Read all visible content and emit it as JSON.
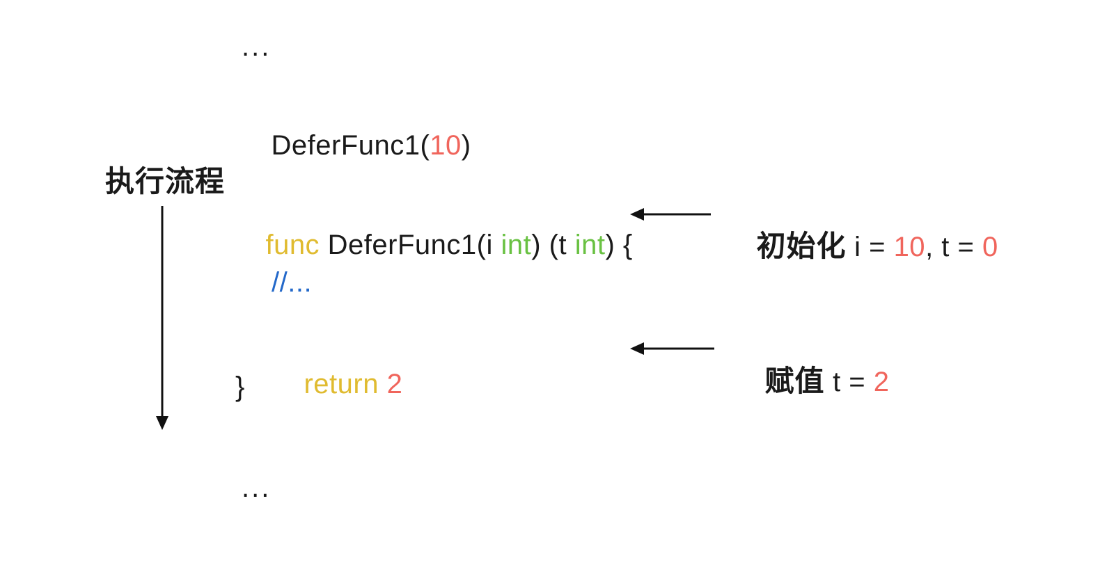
{
  "canvas": {
    "bg": "#ffffff"
  },
  "colors": {
    "text": "#1a1a1a",
    "red": "#f0655c",
    "yellow": "#e0bb30",
    "green": "#69c142",
    "blue": "#2368c9"
  },
  "flow": {
    "label": "执行流程"
  },
  "caller": {
    "ellipsis_top": "...",
    "call_name": "DeferFunc1(",
    "call_arg": "10",
    "call_close": ")",
    "ellipsis_bottom": "..."
  },
  "function_code": {
    "kw_func": "func ",
    "name_and_param": "DeferFunc1(i ",
    "param_type": "int",
    "mid": ") (t ",
    "return_type": "int",
    "open_brace": ") {",
    "comment": "//...",
    "kw_return": "return ",
    "return_value": "2",
    "close_brace": "}"
  },
  "annotations": [
    {
      "label": "初始化",
      "text1": " i = ",
      "val1": "10",
      "text2": ", t = ",
      "val2": "0"
    },
    {
      "label": "赋值",
      "text1": " t = ",
      "val1": "2"
    }
  ]
}
